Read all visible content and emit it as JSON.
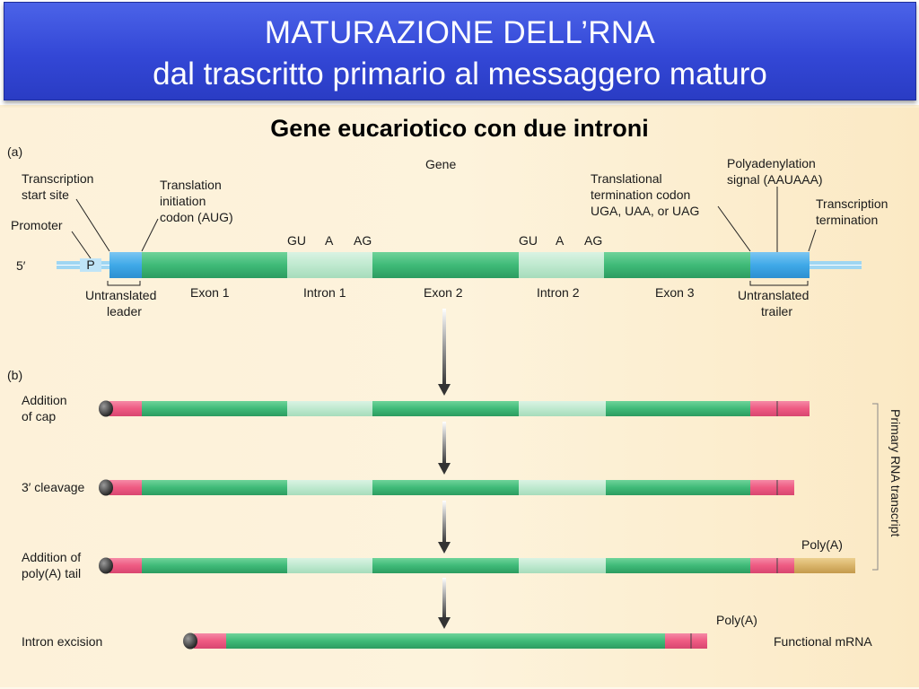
{
  "title": {
    "line1": "MATURAZIONE DELL’RNA",
    "line2": "dal trascritto primario al messaggero maturo"
  },
  "subtitle": "Gene eucariotico con due introni",
  "panel_a": {
    "tag": "(a)",
    "gene": "Gene",
    "five_prime": "5′",
    "promoter_box": "P",
    "promoter": "Promoter",
    "transcription_start": [
      "Transcription",
      "start site"
    ],
    "translation_initiation": [
      "Translation",
      "initiation",
      "codon (AUG)"
    ],
    "translational_termination": [
      "Translational",
      "termination codon",
      "UGA, UAA, or UAG"
    ],
    "polyadenylation": [
      "Polyadenylation",
      "signal (AAUAAA)"
    ],
    "transcription_termination": [
      "Transcription",
      "termination"
    ],
    "splice1": {
      "gu": "GU",
      "a": "A",
      "ag": "AG"
    },
    "splice2": {
      "gu": "GU",
      "a": "A",
      "ag": "AG"
    },
    "untranslated_leader": [
      "Untranslated",
      "leader"
    ],
    "exon1": "Exon 1",
    "intron1": "Intron  1",
    "exon2": "Exon 2",
    "intron2": "Intron 2",
    "exon3": "Exon 3",
    "untranslated_trailer": [
      "Untranslated",
      "trailer"
    ]
  },
  "panel_b": {
    "tag": "(b)",
    "step1": [
      "Addition",
      "of cap"
    ],
    "step2": "3′ cleavage",
    "step3": [
      "Addition of",
      "poly(A) tail"
    ],
    "step4": "Intron excision",
    "polya_3": "Poly(A)",
    "polya_4": "Poly(A)",
    "functional_mrna": "Functional mRNA",
    "primary_transcript": "Primary RNA transcript"
  },
  "colors": {
    "exon": "#3fba78",
    "intron": "#bfe9cf",
    "utr_dna": "#3fa9e8",
    "flank_dna": "#9fd6f2",
    "utr_rna": "#ee5a82",
    "cap": "#3a3a3a",
    "polya_tail": "#d9b46a"
  }
}
